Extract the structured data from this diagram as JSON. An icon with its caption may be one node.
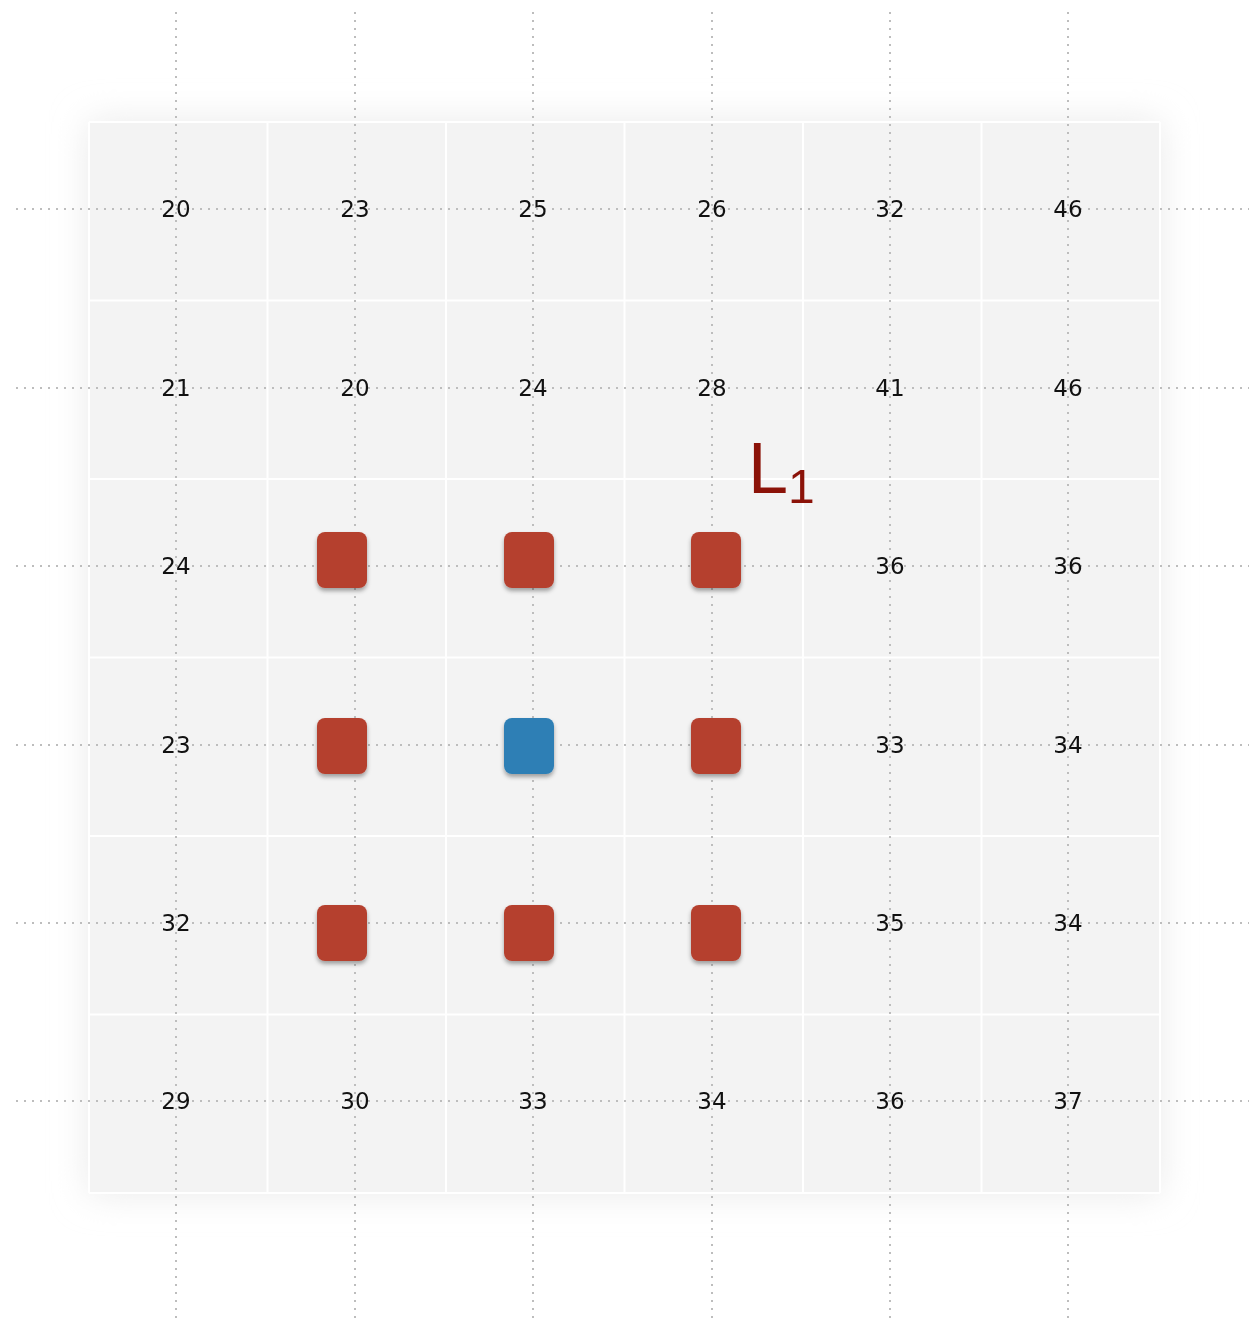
{
  "diagram": {
    "labels": [
      "20",
      "23",
      "25",
      "26",
      "32",
      "46",
      "21",
      "20",
      "24",
      "28",
      "41",
      "46",
      "L$_{1}$",
      "24",
      "36",
      "36",
      "23",
      "33",
      "34",
      "32",
      "35",
      "34",
      "29",
      "30",
      "33",
      "34",
      "36",
      "37"
    ]
  }
}
